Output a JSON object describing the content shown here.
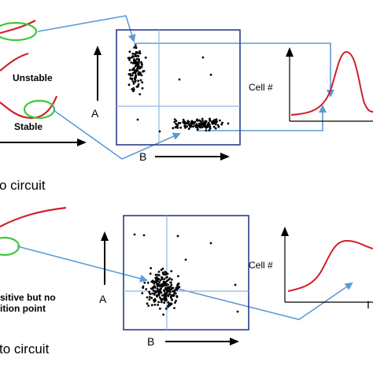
{
  "labels": {
    "unstable": "Unstable",
    "stable": "Stable",
    "circuit_top": "o circuit",
    "positive_line1": "sitive but no",
    "positive_line2": "ition point",
    "circuit_bottom": "to circuit",
    "axis_a_top": "A",
    "axis_b_top": "B",
    "axis_a_bottom": "A",
    "axis_b_bottom": "B",
    "cell_top": "Cell #",
    "cell_bottom": "Cell #",
    "edge_glyph": "I"
  },
  "colors": {
    "curve_red": "#d0202a",
    "highlight_green": "#3cc83c",
    "arrow_blue": "#5b9bd5",
    "panel_border": "#2b3b8f",
    "gate_line": "#8fb7e6"
  }
}
